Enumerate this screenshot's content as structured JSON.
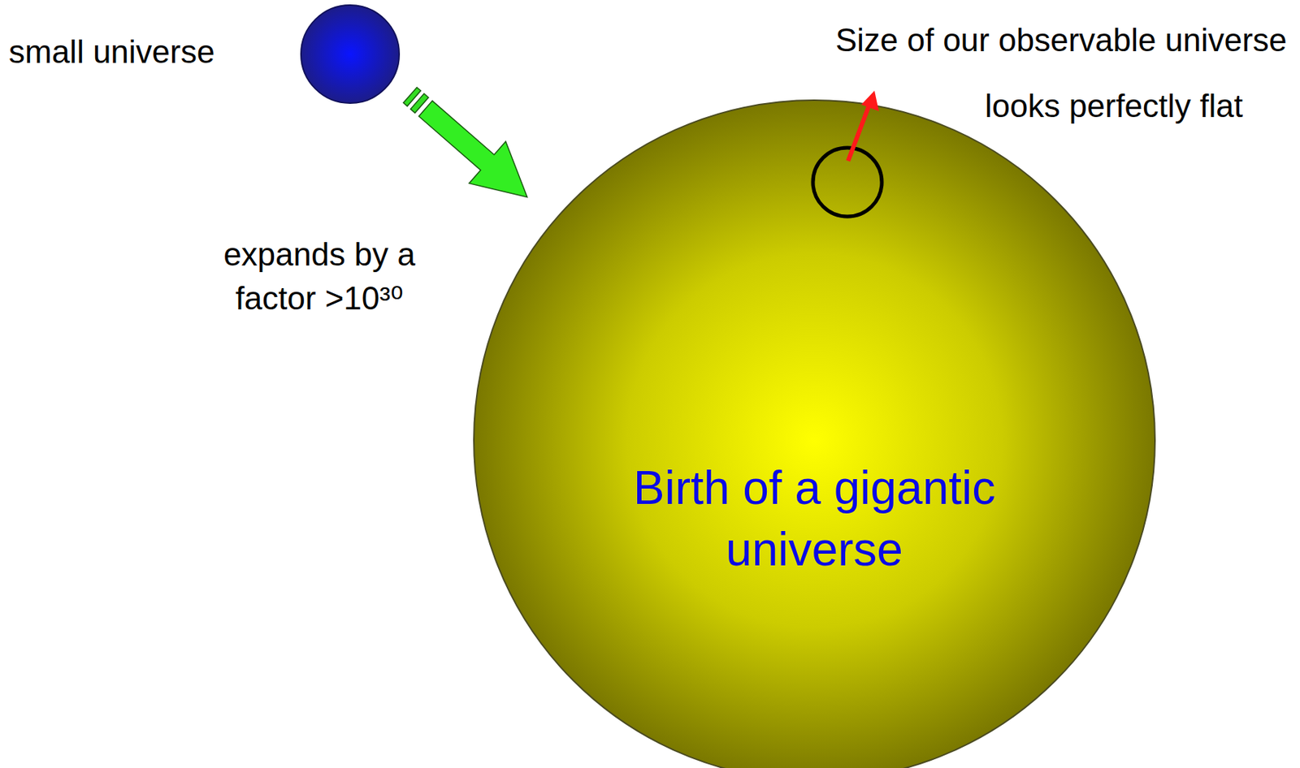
{
  "diagram": {
    "nodes": [
      {
        "text": [
          "Birth of a gigantic universe"
        ]
      }
    ],
    "labels": [
      "small universe",
      "expands by a factor >10³⁰",
      "Size of our observable universe",
      "looks perfectly flat"
    ]
  }
}
